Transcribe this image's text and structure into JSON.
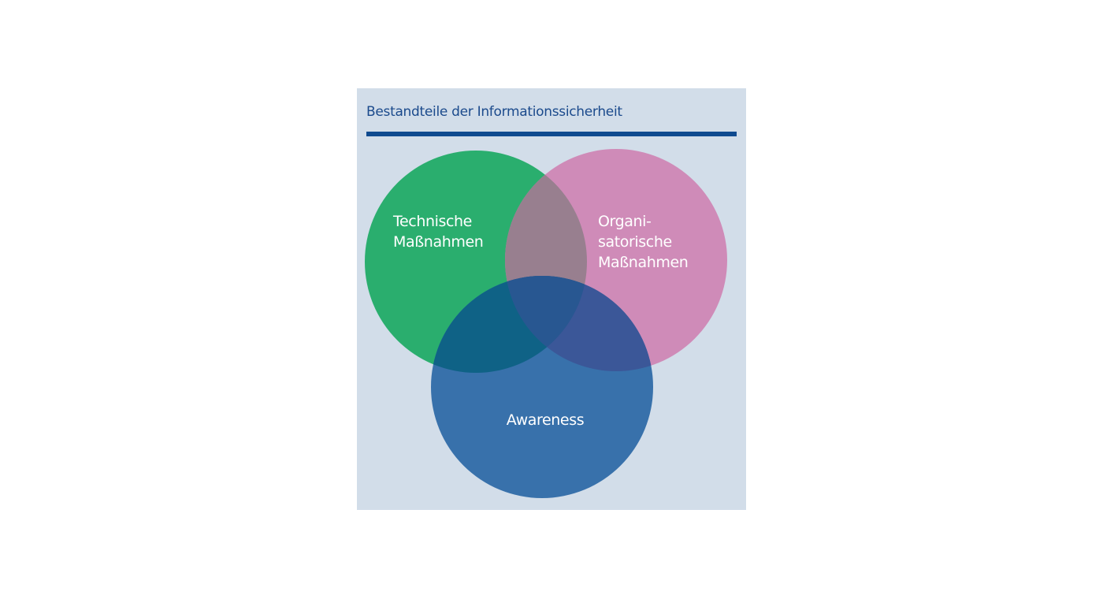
{
  "title": "Bestandteile der Informationssicherheit",
  "colors": {
    "background": "#d2dde9",
    "title": "#1b4a8c",
    "technisch": "#2aae6e",
    "organisatorisch": "#cf8bb8",
    "awareness": "#3871ab",
    "overlap_tech_org": "#987f8f",
    "overlap_tech_aw": "#0f6286",
    "overlap_org_aw": "#3b5798",
    "overlap_all": "#285791"
  },
  "sets": [
    {
      "id": "technisch",
      "lines": [
        "Technische",
        "Maßnahmen"
      ]
    },
    {
      "id": "organisatorisch",
      "lines": [
        "Organi-",
        "satorische",
        "Maßnahmen"
      ]
    },
    {
      "id": "awareness",
      "lines": [
        "Awareness"
      ]
    }
  ]
}
